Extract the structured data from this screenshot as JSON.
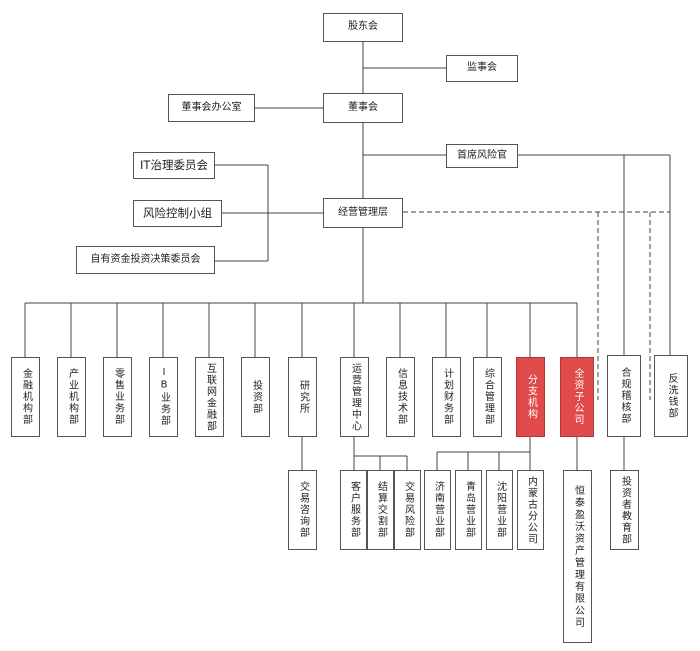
{
  "top": {
    "shareholders": "股东会",
    "supervisors": "监事会",
    "board": "董事会",
    "board_office": "董事会办公室",
    "cro": "首席风险官"
  },
  "committees": {
    "it": "IT治理委员会",
    "risk_group": "风险控制小组",
    "investment": "自有资金投资决策委员会"
  },
  "management": "经营管理层",
  "departments": {
    "finance": "金融机构部",
    "industry": "产业机构部",
    "retail": "零售业务部",
    "ib": "IB业务部",
    "internet": "互联网金融部",
    "investment": "投资部",
    "research": "研究所",
    "operations": "运营管理中心",
    "it": "信息技术部",
    "planning": "计划财务部",
    "general": "综合管理部",
    "branches": "分支机构",
    "subsidiary": "全资子公司",
    "compliance": "合规稽核部",
    "aml": "反洗钱部"
  },
  "sub_units": {
    "consulting": "交易咨询部",
    "customer": "客户服务部",
    "settlement": "结算交割部",
    "trade_risk": "交易风险部",
    "jinan": "济南营业部",
    "qingdao": "青岛营业部",
    "shenyang": "沈阳营业部",
    "inner_mongolia": "内蒙古分公司",
    "hengtai": "恒泰盈沃资产管理有限公司",
    "investor_edu": "投资者教育部"
  },
  "colors": {
    "line": "#444444",
    "border": "#555555",
    "highlight": "#e04a4a"
  }
}
